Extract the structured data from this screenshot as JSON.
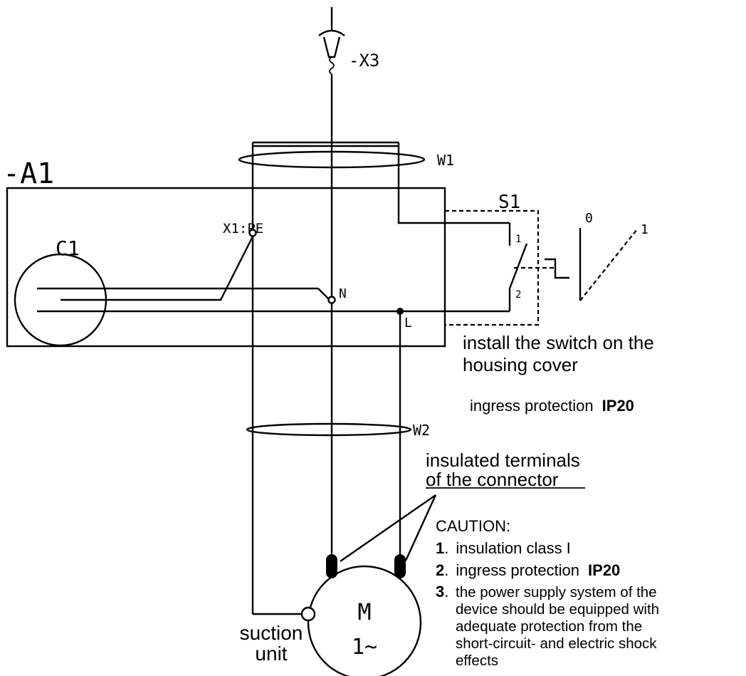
{
  "labels": {
    "x3": "-X3",
    "a1": "-A1",
    "w1": "W1",
    "s1": "S1",
    "c1": "C1",
    "x1_pe": "X1:PE",
    "n": "N",
    "l": "L",
    "contact_1": "1",
    "contact_2": "2",
    "pos_0": "0",
    "pos_1": "1",
    "w2": "W2",
    "motor_m": "M",
    "motor_phase": "1~"
  },
  "notes": {
    "switch_line1": "install the switch on the",
    "switch_line2": "housing cover",
    "ingress_label": "ingress protection",
    "ingress_value": "IP20",
    "terminals_line1": "insulated terminals",
    "terminals_line2": "of the connector",
    "suction_line1": "suction",
    "suction_line2": "unit"
  },
  "caution": {
    "title": "CAUTION:",
    "items": [
      {
        "num": "1",
        "text": "insulation class  I"
      },
      {
        "num": "2",
        "text": "ingress protection",
        "bold": "IP20"
      },
      {
        "num": "3",
        "lines": [
          "the power supply system of the",
          "device should be equipped with",
          "adequate protection from the",
          "short-circuit- and electric shock",
          "effects"
        ]
      }
    ]
  }
}
